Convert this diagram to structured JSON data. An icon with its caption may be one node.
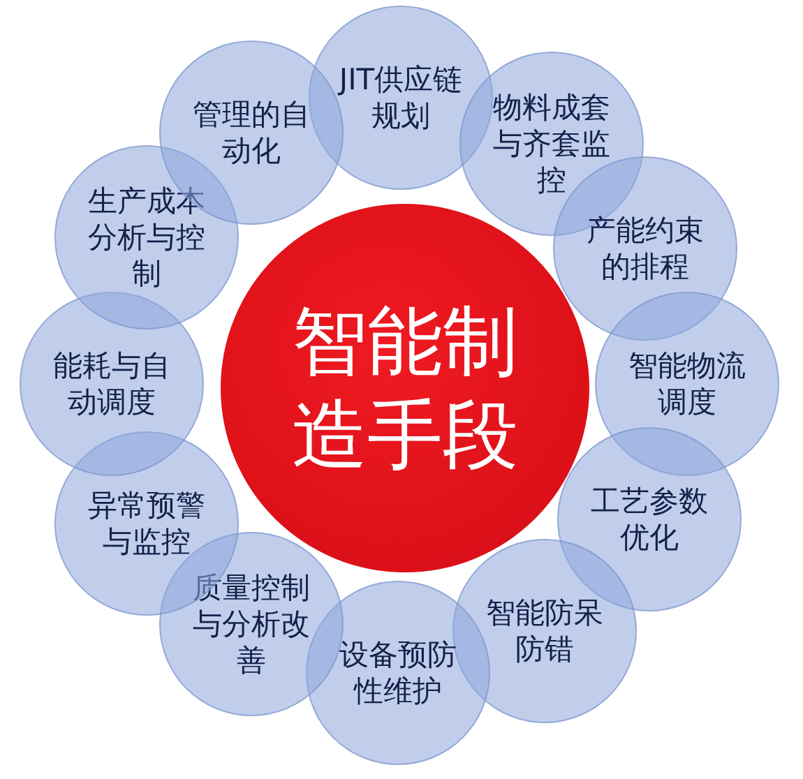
{
  "diagram": {
    "nodes": [
      {
        "text": [
          "智能制造手段"
        ]
      },
      {
        "text": [
          "JIT供应链规划"
        ]
      },
      {
        "text": [
          "物料成套与齐套监控"
        ]
      },
      {
        "text": [
          "产能约束的排程"
        ]
      },
      {
        "text": [
          "智能物流调度"
        ]
      },
      {
        "text": [
          "工艺参数优化"
        ]
      },
      {
        "text": [
          "智能防呆防错"
        ]
      },
      {
        "text": [
          "设备预防性维护"
        ]
      },
      {
        "text": [
          "质量控制与分析改善"
        ]
      },
      {
        "text": [
          "异常预警与监控"
        ]
      },
      {
        "text": [
          "能耗与自动调度"
        ]
      },
      {
        "text": [
          "生产成本分析与控制"
        ]
      },
      {
        "text": [
          "管理的自动化"
        ]
      }
    ]
  }
}
